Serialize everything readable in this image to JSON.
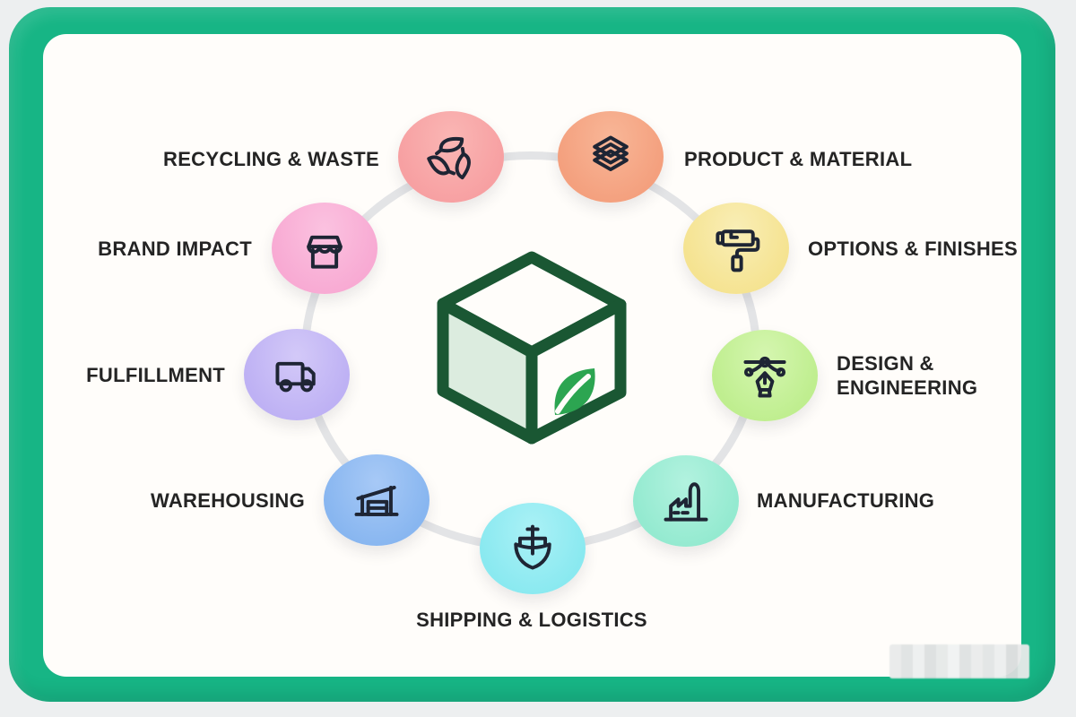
{
  "page": {
    "background": "#edeff0",
    "frame_color": "#17b585",
    "panel_color": "#fffdfa"
  },
  "ring": {
    "color": "#e3e4e6"
  },
  "center_icon": {
    "name": "eco-package-cube",
    "outline_color": "#1a5733",
    "left_face_tint": "#dcecdf",
    "leaf_color": "#2ca551"
  },
  "icon_stroke_color": "#1e2534",
  "text_color": "#242424",
  "nodes": [
    {
      "label": "RECYCLING & WASTE",
      "icon": "recycle-leaves-icon",
      "color": "#f7a0a2",
      "color_light": "#fab6b4"
    },
    {
      "label": "PRODUCT & MATERIAL",
      "icon": "layers-icon",
      "color": "#f4a07e",
      "color_light": "#f8b697"
    },
    {
      "label": "OPTIONS & FINISHES",
      "icon": "paint-roller-icon",
      "color": "#f5e391",
      "color_light": "#f9eeb6"
    },
    {
      "label": "DESIGN & ENGINEERING",
      "icon": "pen-tool-icon",
      "color": "#bfee8f",
      "color_light": "#d5f6b0"
    },
    {
      "label": "MANUFACTURING",
      "icon": "factory-icon",
      "color": "#94ead0",
      "color_light": "#b2f2df"
    },
    {
      "label": "SHIPPING & LOGISTICS",
      "icon": "ship-icon",
      "color": "#8ae9f0",
      "color_light": "#aaf1f6"
    },
    {
      "label": "WAREHOUSING",
      "icon": "warehouse-icon",
      "color": "#88b6f0",
      "color_light": "#a7c9f6"
    },
    {
      "label": "FULFILLMENT",
      "icon": "delivery-truck-icon",
      "color": "#beb1f4",
      "color_light": "#d3c9f8"
    },
    {
      "label": "BRAND IMPACT",
      "icon": "storefront-icon",
      "color": "#f8aad3",
      "color_light": "#fbc2e0"
    }
  ],
  "watermark": {
    "style": "pixelated-redaction",
    "colors": [
      "#e9ebeb",
      "#e0e3e3",
      "#eef0f0",
      "#dde0e0",
      "#e6e9e9",
      "#f1f3f3",
      "#dfe2e2",
      "#eaecec",
      "#e2e5e5",
      "#edefef",
      "#dadddd",
      "#e8eaea"
    ]
  }
}
